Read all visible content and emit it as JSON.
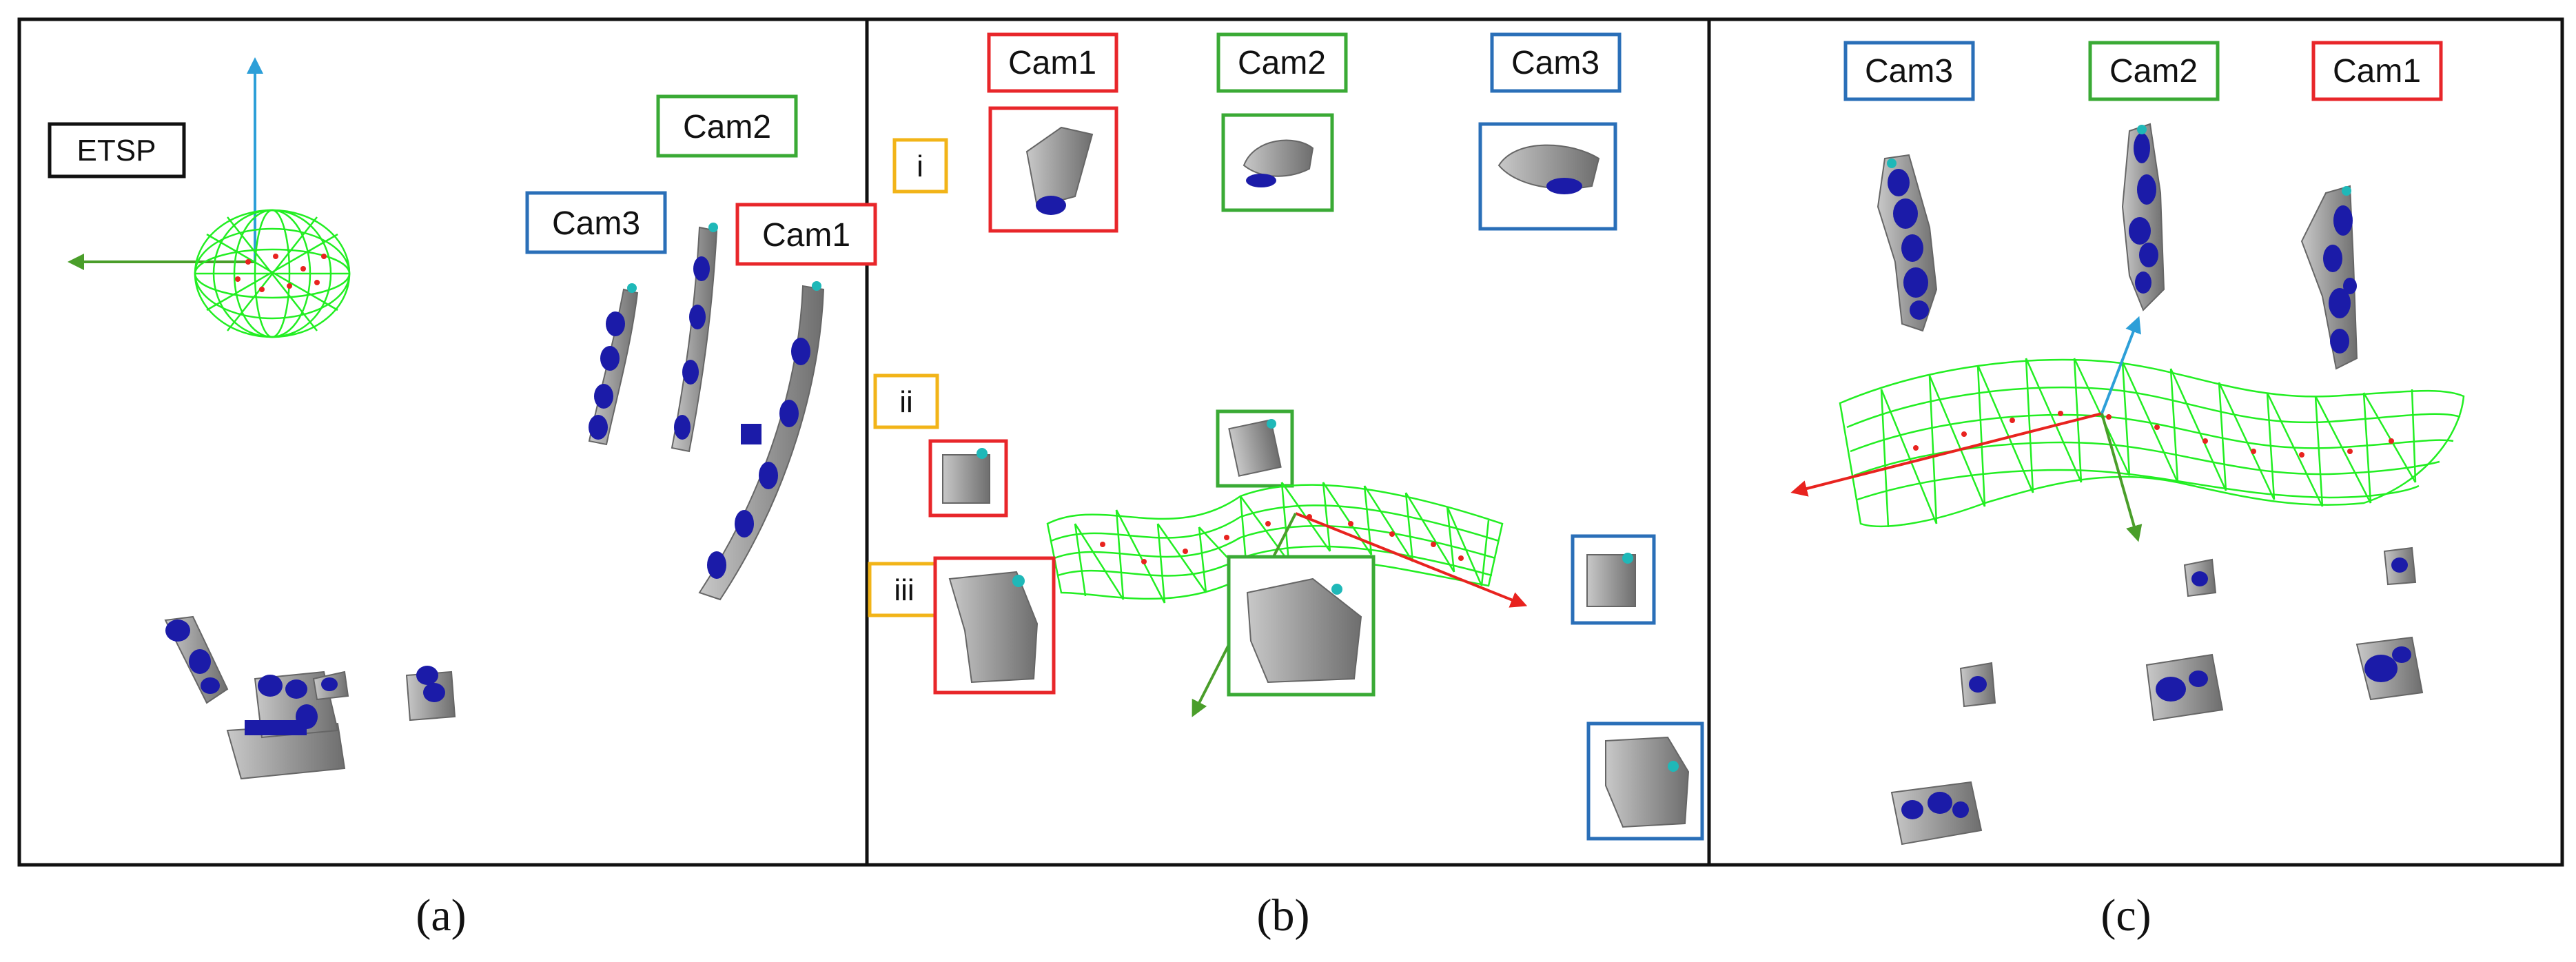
{
  "panels": [
    {
      "caption": "(a)",
      "labels": {
        "etsp": "ETSP",
        "cam1": "Cam1",
        "cam2": "Cam2",
        "cam3": "Cam3"
      }
    },
    {
      "caption": "(b)",
      "labels": {
        "cam1": "Cam1",
        "cam2": "Cam2",
        "cam3": "Cam3",
        "row_i": "i",
        "row_ii": "ii",
        "row_iii": "iii"
      }
    },
    {
      "caption": "(c)",
      "labels": {
        "cam3": "Cam3",
        "cam2": "Cam2",
        "cam1": "Cam1"
      }
    }
  ],
  "colors": {
    "cam1": "#e8262a",
    "cam2": "#3aaa35",
    "cam3": "#2a6fb8",
    "roman": "#f2b418",
    "etsp": "#111111",
    "mesh": "#22ee22",
    "axis_red": "#e8231f",
    "axis_green": "#4a9e2a",
    "axis_blue": "#2d9fd8",
    "bone_gray": "#8a8a8a",
    "marker_blue": "#1b1ba8",
    "marker_cyan": "#1fb8b8"
  }
}
